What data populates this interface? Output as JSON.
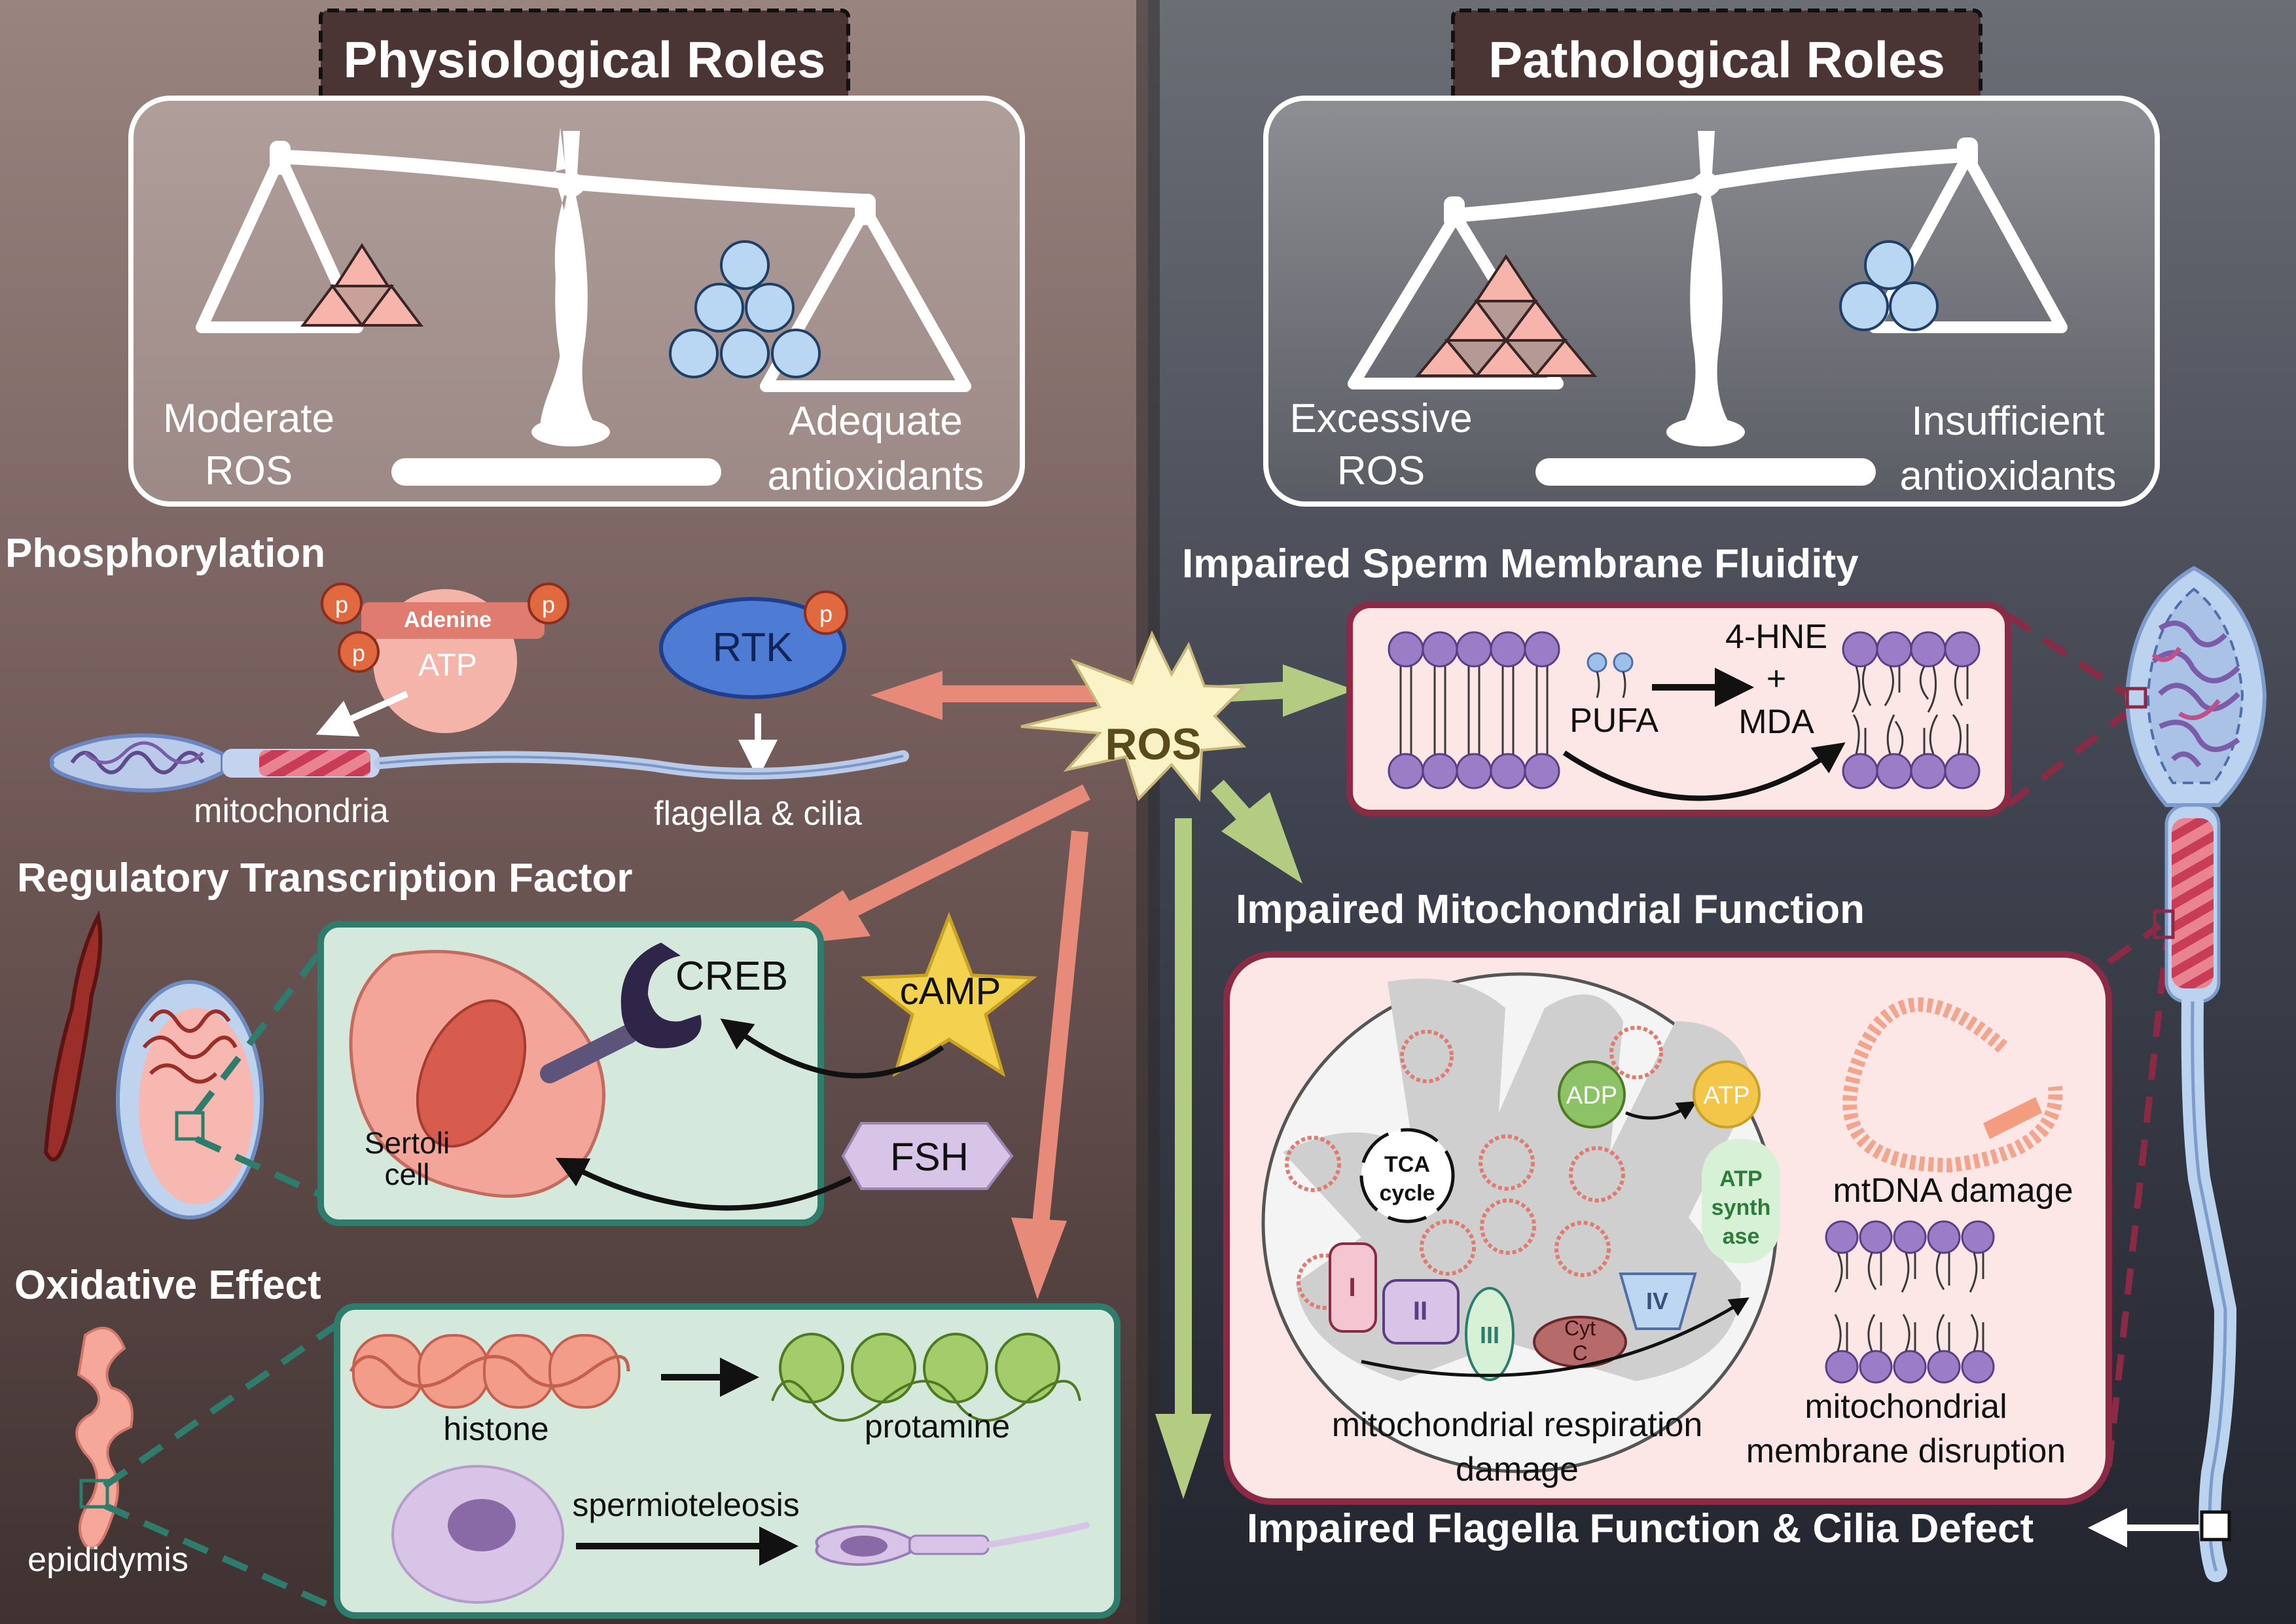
{
  "left_panel": {
    "header": "Physiological Roles",
    "ros_label_1": "Moderate",
    "ros_label_2": "ROS",
    "antiox_label_1": "Adequate",
    "antiox_label_2": "antioxidants"
  },
  "right_panel": {
    "header": "Pathological Roles",
    "ros_label_1": "Excessive",
    "ros_label_2": "ROS",
    "antiox_label_1": "Insufficient",
    "antiox_label_2": "antioxidants"
  },
  "center": {
    "ros": "ROS"
  },
  "phosphorylation": {
    "title": "Phosphorylation",
    "adenine": "Adenine",
    "atp": "ATP",
    "p": "p",
    "rtk": "RTK",
    "mitochondria": "mitochondria",
    "flagella": "flagella & cilia"
  },
  "transcription": {
    "title": "Regulatory Transcription Factor",
    "creb": "CREB",
    "camp": "cAMP",
    "fsh": "FSH",
    "sertoli_1": "Sertoli",
    "sertoli_2": "cell"
  },
  "oxidative": {
    "title": "Oxidative Effect",
    "histone": "histone",
    "protamine": "protamine",
    "spermioteleosis": "spermioteleosis",
    "epididymis": "epididymis"
  },
  "membrane": {
    "title": "Impaired Sperm Membrane Fluidity",
    "pufa": "PUFA",
    "hne": "4-HNE",
    "plus": "+",
    "mda": "MDA"
  },
  "mito_function": {
    "title": "Impaired Mitochondrial Function",
    "adp": "ADP",
    "atp": "ATP",
    "tca_1": "TCA",
    "tca_2": "cycle",
    "synthase_1": "ATP",
    "synthase_2": "synth",
    "synthase_3": "ase",
    "complex_1": "I",
    "complex_2": "II",
    "complex_3": "III",
    "complex_4": "IV",
    "cytc_1": "Cyt",
    "cytc_2": "C",
    "mtdna": "mtDNA damage",
    "resp_1": "mitochondrial respiration",
    "resp_2": "damage",
    "membrane_1": "mitochondrial",
    "membrane_2": "membrane disruption"
  },
  "flagella_defect": {
    "title": "Impaired Flagella Function & Cilia Defect"
  },
  "colors": {
    "left_bg": "#6e5755",
    "right_bg": "#3f4350",
    "ros_star": "#fbf3c8",
    "arrow_salmon": "#e88a7a",
    "arrow_green": "#b4cc82",
    "box_green": "#d5e8dc",
    "box_pink": "#fde6e6",
    "border_teal": "#2e7c6c",
    "border_maroon": "#8a2a45"
  }
}
